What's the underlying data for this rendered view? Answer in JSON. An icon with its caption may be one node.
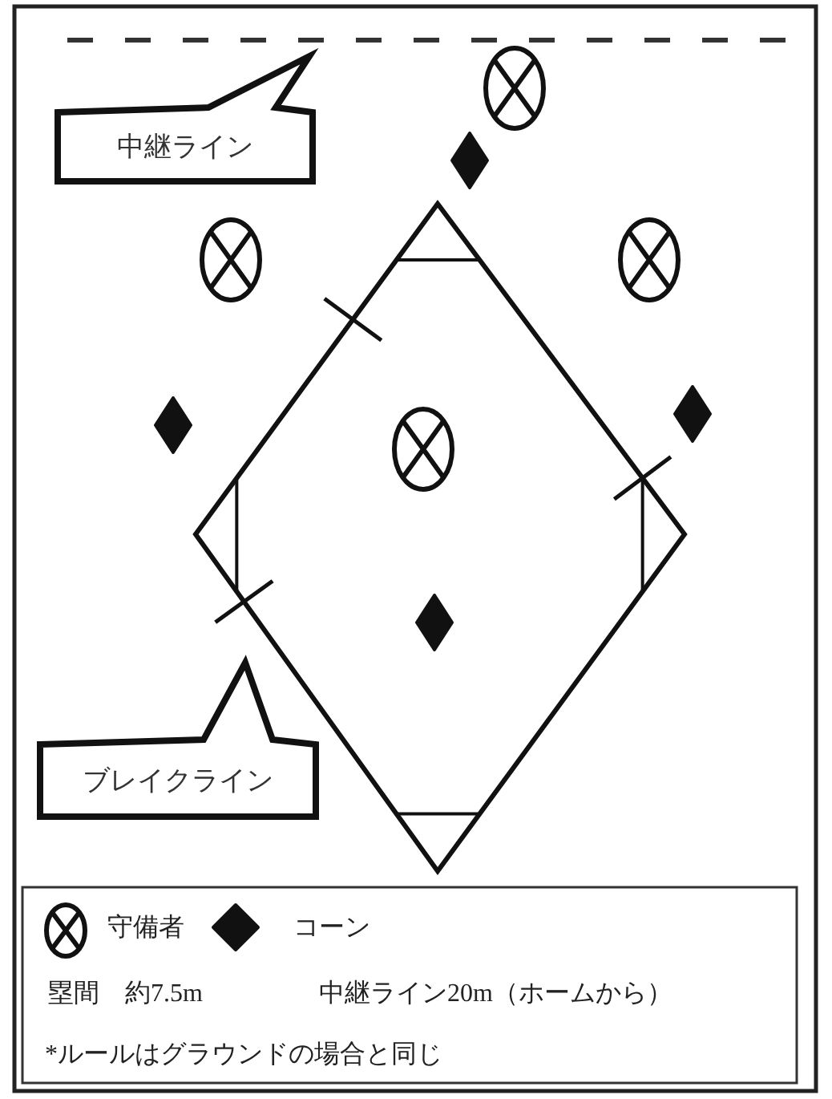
{
  "diagram": {
    "nodes": [
      {
        "text": [
          "中継ライン"
        ]
      },
      {
        "text": [
          "ブレイクライン"
        ]
      }
    ],
    "edges": [],
    "legend": [
      {
        "text": "守備者"
      },
      {
        "text": "コーン"
      }
    ],
    "labels": [
      "塁間　約7.5m",
      "中継ライン20m（ホームから）",
      "*ルールはグラウンドの場合と同じ"
    ]
  }
}
